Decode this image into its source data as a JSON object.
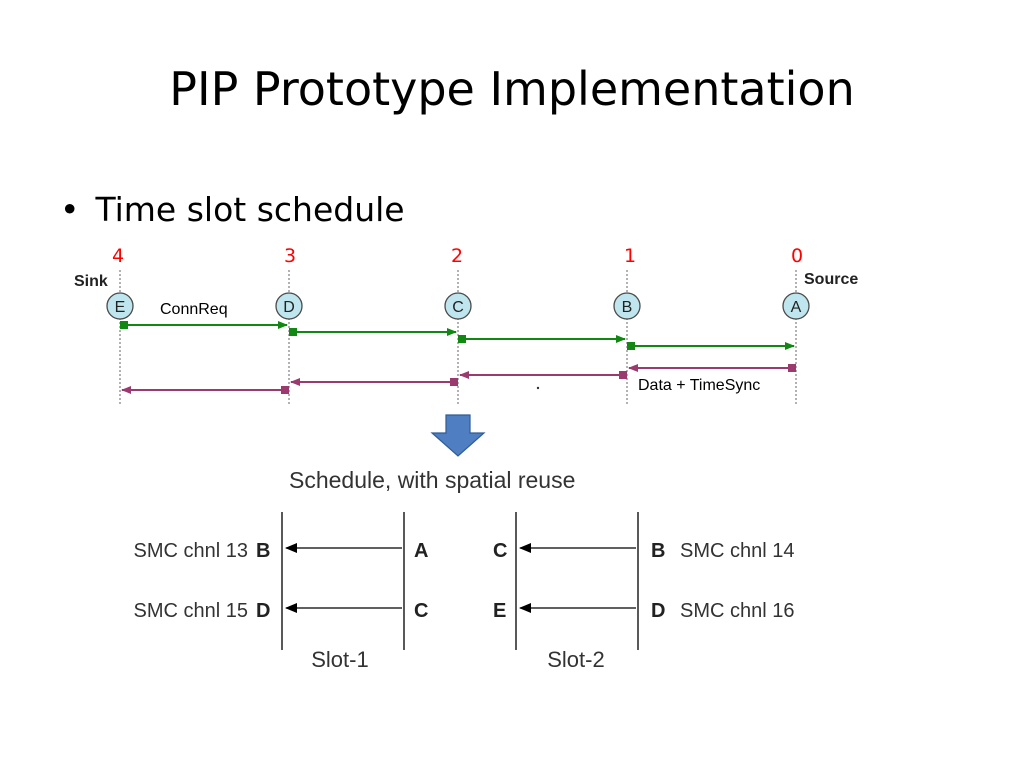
{
  "slide": {
    "title": "PIP Prototype Implementation",
    "bullet": "Time slot schedule"
  },
  "timeline": {
    "hop_numbers": [
      "4",
      "3",
      "2",
      "1",
      "0"
    ],
    "sink_label": "Sink",
    "source_label": "Source",
    "nodes": [
      "E",
      "D",
      "C",
      "B",
      "A"
    ],
    "connreq_label": "ConnReq",
    "data_label": "Data + TimeSync",
    "colors": {
      "forward": "#118811",
      "backward": "#9b3a6e",
      "node_fill": "#bfe6ee",
      "number": "#ff0000",
      "arrow_down": "#4f7ec2"
    }
  },
  "schedule": {
    "title": "Schedule, with spatial reuse",
    "slot1": {
      "label": "Slot-1",
      "rows": [
        {
          "channel": "SMC chnl 13",
          "receiver": "B",
          "sender": "A"
        },
        {
          "channel": "SMC chnl 15",
          "receiver": "D",
          "sender": "C"
        }
      ]
    },
    "slot2": {
      "label": "Slot-2",
      "rows": [
        {
          "receiver": "C",
          "sender": "B",
          "channel": "SMC chnl 14"
        },
        {
          "receiver": "E",
          "sender": "D",
          "channel": "SMC chnl 16"
        }
      ]
    }
  }
}
